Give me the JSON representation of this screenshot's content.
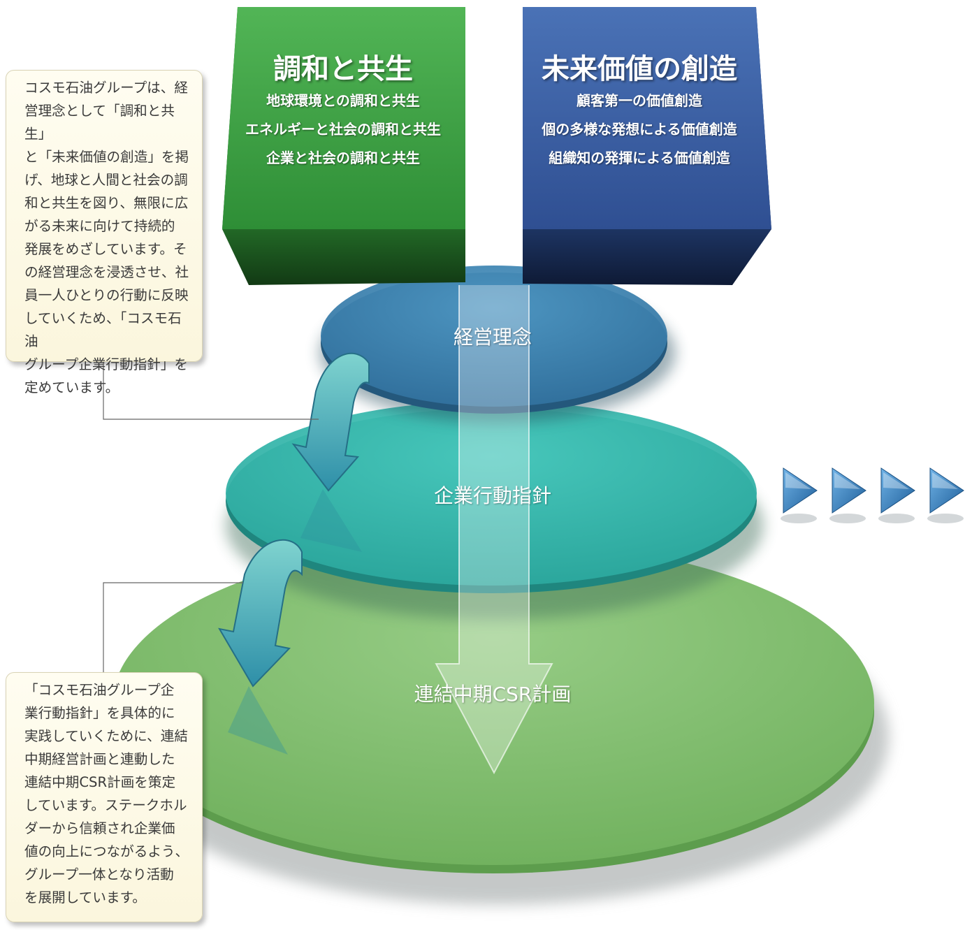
{
  "colors": {
    "harmony_box": "#3e9e44",
    "future_box": "#35579b",
    "philosophy_disc": "#3f87b6",
    "guidelines_disc": "#3bbcb3",
    "csr_disc": "#86c275",
    "triangle": "#2d7fc0"
  },
  "value_boxes": {
    "harmony": {
      "title": "調和と共生",
      "lines": [
        "地球環境との調和と共生",
        "エネルギーと社会の調和と共生",
        "企業と社会の調和と共生"
      ]
    },
    "future": {
      "title": "未来価値の創造",
      "lines": [
        "顧客第一の価値創造",
        "個の多様な発想による価値創造",
        "組織知の発揮による価値創造"
      ]
    }
  },
  "discs": {
    "philosophy": "経営理念",
    "guidelines": "企業行動指針",
    "csr_plan": "連結中期CSR計画"
  },
  "notes": {
    "top": [
      "コスモ石油グループは、経",
      "営理念として「調和と共生」",
      "と「未来価値の創造」を掲",
      "げ、地球と人間と社会の調",
      "和と共生を図り、無限に広",
      "がる未来に向けて持続的",
      "発展をめざしています。そ",
      "の経営理念を浸透させ、社",
      "員一人ひとりの行動に反映",
      "していくため、「コスモ石油",
      "グループ企業行動指針」を",
      "定めています。"
    ],
    "bottom": [
      "「コスモ石油グループ企",
      "業行動指針」を具体的に",
      "実践していくために、連結",
      "中期経営計画と連動した",
      "連結中期CSR計画を策定",
      "しています。ステークホル",
      "ダーから信頼され企業価",
      "値の向上につながるよう、",
      "グループ一体となり活動",
      "を展開しています。"
    ]
  },
  "continuation_arrows": 4
}
